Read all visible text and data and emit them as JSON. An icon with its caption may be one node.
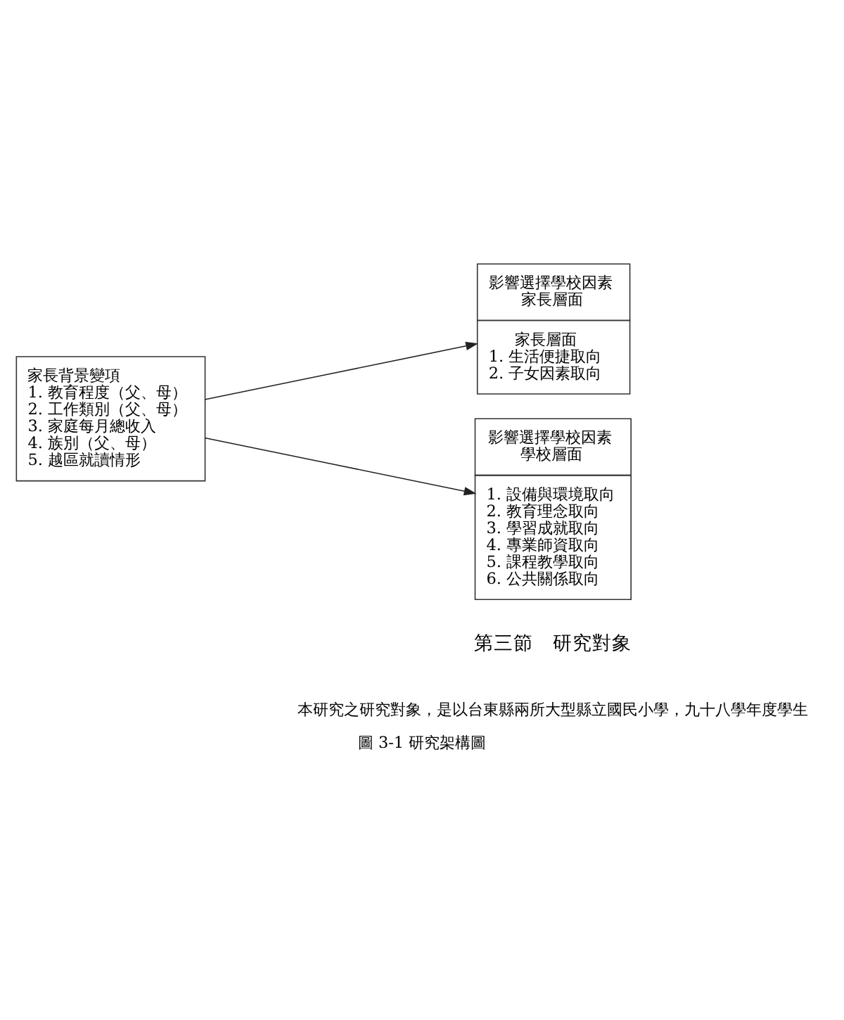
{
  "diagram": {
    "caption": "圖 3-1 研究架構圖",
    "nodes": [
      {
        "text": [
          "家長背景變項",
          "1. 教育程度（父、母）",
          "2. 工作類別（父、母）",
          "3. 家庭每月總收入",
          "4. 族別（父、母）",
          "5. 越區就讀情形"
        ]
      },
      {
        "text": [
          "影響選擇學校因素",
          "家長層面",
          "家長層面",
          "1. 生活便捷取向",
          "2. 子女因素取向"
        ]
      },
      {
        "text": [
          "影響選擇學校因素",
          "學校層面",
          "1. 設備與環境取向",
          "2. 教育理念取向",
          "3. 學習成就取向",
          "4. 專業師資取向",
          "5. 課程教學取向",
          "6. 公共關係取向"
        ]
      }
    ],
    "edges": [
      {
        "from": 0,
        "to": 1,
        "arrow": "to"
      },
      {
        "from": 0,
        "to": 2,
        "arrow": "to"
      }
    ],
    "labels": [
      "第三節　研究對象",
      "本研究之研究對象，是以台東縣兩所大型縣立國民小學，九十八學年度學生"
    ]
  }
}
